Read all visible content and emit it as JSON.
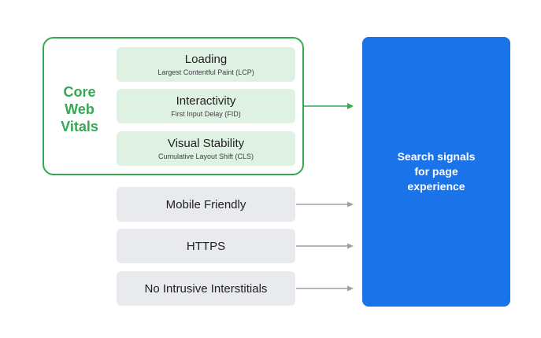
{
  "core_web_vitals": {
    "label_line1": "Core",
    "label_line2": "Web",
    "label_line3": "Vitals",
    "metrics": [
      {
        "title": "Loading",
        "subtitle": "Largest Contentful Paint (LCP)"
      },
      {
        "title": "Interactivity",
        "subtitle": "First Input Delay (FID)"
      },
      {
        "title": "Visual Stability",
        "subtitle": "Cumulative Layout Shift (CLS)"
      }
    ]
  },
  "other_signals": [
    {
      "label": "Mobile Friendly"
    },
    {
      "label": "HTTPS"
    },
    {
      "label": "No Intrusive Interstitials"
    }
  ],
  "search_signals": {
    "line1": "Search signals",
    "line2": "for page",
    "line3": "experience"
  },
  "colors": {
    "green": "#34a853",
    "green_fill": "#dff1e3",
    "gray_fill": "#e8eaed",
    "blue": "#1a73e8",
    "arrow_gray": "#9aa0a6"
  }
}
